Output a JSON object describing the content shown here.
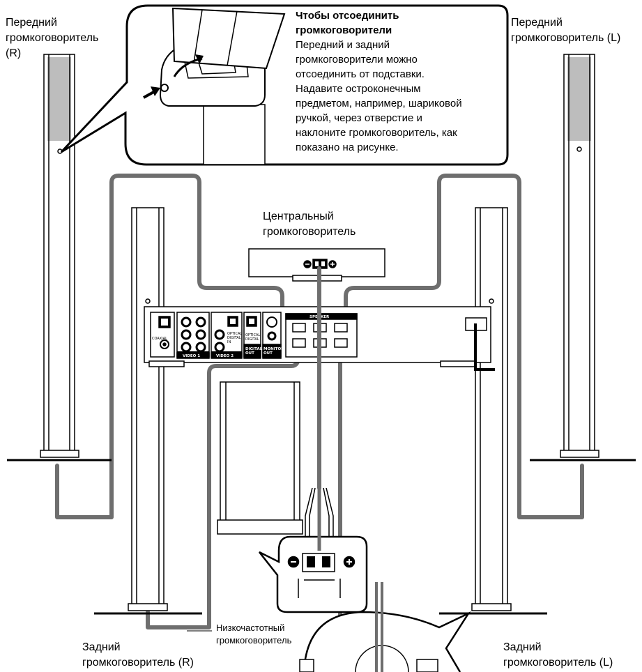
{
  "labels": {
    "front_right": "Передний\nгромкоговоритель\n(R)",
    "front_left": "Передний\nгромкоговоритель (L)",
    "center": "Центральный\nгромкоговоритель",
    "subwoofer": "Низкочастотный\nгромкоговоритель",
    "rear_right": "Задний\nгромкоговоритель (R)",
    "rear_left": "Задний\nгромкоговоритель (L)"
  },
  "callout": {
    "title": "Чтобы отсоединить\nгромкоговорители",
    "body": "Передний и задний\nгромкоговорители можно\nотсоединить от подставки.\nНадавите остроконечным\nпредметом, например, шариковой\nручкой, через отверстие и\nнаклоните громкоговоритель, как\nпоказано на рисунке."
  },
  "panel": {
    "video1": "VIDEO 1",
    "video2": "VIDEO 2",
    "digital_out": "DIGITAL\nOUT",
    "monitor_out": "MONITOR\nOUT",
    "speaker": "SPEAKER",
    "coaxial": "COAXIAL",
    "optical_digital_in": "OPTICAL\nDIGITAL\nIN",
    "optical_digital_out": "OPTICAL\nDIGITAL"
  },
  "colors": {
    "cable": "#6e6e6e",
    "grille": "#bdbdbd",
    "line": "#000000"
  }
}
